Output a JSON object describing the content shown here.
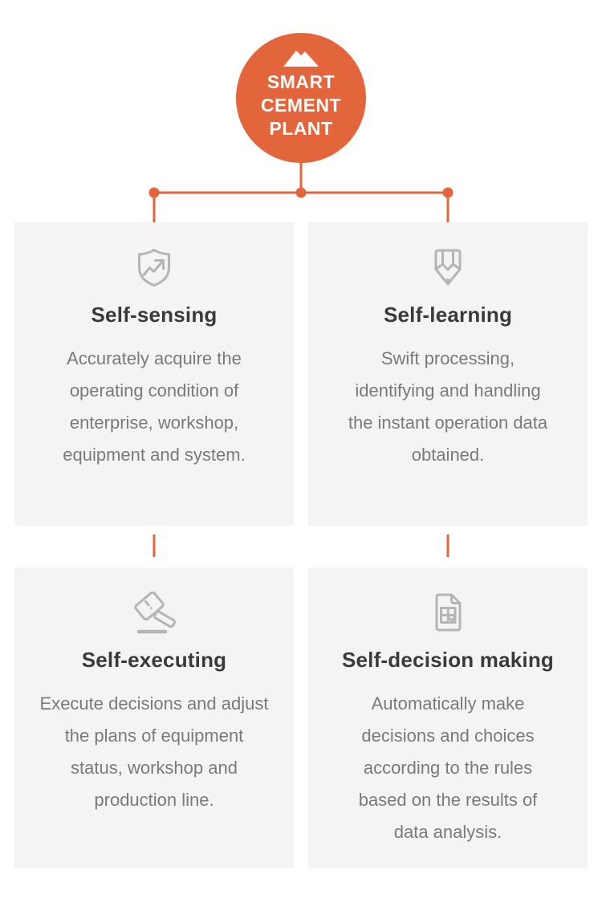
{
  "colors": {
    "accent": "#E2653C",
    "icon_gray": "#B5B5B5",
    "card_background": "#F4F4F4",
    "title_text": "#3A3A3A",
    "body_text": "#7A7A7A"
  },
  "header": {
    "icon": "mountain-icon",
    "title": "SMART\nCEMENT\nPLANT"
  },
  "cards": [
    {
      "icon": "shield-trend-icon",
      "title": "Self-sensing",
      "description": "Accurately acquire the\noperating condition of\nenterprise, workshop,\nequipment and system."
    },
    {
      "icon": "pencil-icon",
      "title": "Self-learning",
      "description": "Swift processing,\nidentifying and handling\nthe instant operation data\nobtained."
    },
    {
      "icon": "gavel-icon",
      "title": "Self-executing",
      "description": "Execute decisions and adjust\nthe plans of equipment\nstatus, workshop and\nproduction line."
    },
    {
      "icon": "document-check-icon",
      "title": "Self-decision making",
      "description": "Automatically make\ndecisions and choices\naccording to the rules\nbased on the results of\ndata analysis."
    }
  ]
}
